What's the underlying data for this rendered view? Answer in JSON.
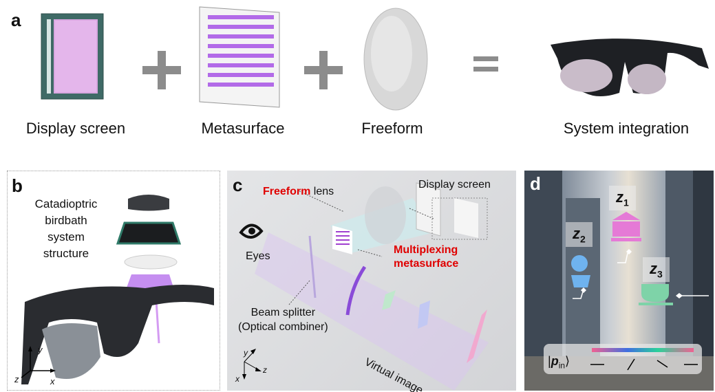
{
  "panel_a": {
    "label": "a",
    "items": [
      {
        "caption": "Display screen"
      },
      {
        "caption": "Metasurface"
      },
      {
        "caption": "Freeform"
      },
      {
        "caption": "System integration"
      }
    ],
    "operators": [
      "+",
      "+",
      "="
    ]
  },
  "panel_b": {
    "label": "b",
    "text_lines": [
      "Catadioptric",
      "birdbath",
      "system",
      "structure"
    ],
    "axes": {
      "y": "y",
      "z": "z",
      "x": "x"
    }
  },
  "panel_c": {
    "label": "c",
    "freeform_red": "Freeform",
    "freeform_rest": " lens",
    "display_screen": "Display screen",
    "multiplexing_line1": "Multiplexing",
    "multiplexing_line2": "metasurface",
    "eyes": "Eyes",
    "beam_splitter": "Beam splitter",
    "optical_combiner": "(Optical combiner)",
    "virtual_image": "Virtual image",
    "axes": {
      "y": "y",
      "z": "z",
      "x": "x"
    }
  },
  "panel_d": {
    "label": "d",
    "depths": [
      {
        "var": "z",
        "sub": "1"
      },
      {
        "var": "z",
        "sub": "2"
      },
      {
        "var": "z",
        "sub": "3"
      }
    ],
    "polarization_label": "p",
    "polarization_sub": "in",
    "colors": {
      "bank": "#e57ad6",
      "flower": "#6fb3ef",
      "cup": "#7ed3a8",
      "bar_start": "#f06292",
      "bar_mid": "#3f6fe0",
      "bar_mid2": "#2bd19a",
      "bar_end": "#f06292"
    }
  }
}
